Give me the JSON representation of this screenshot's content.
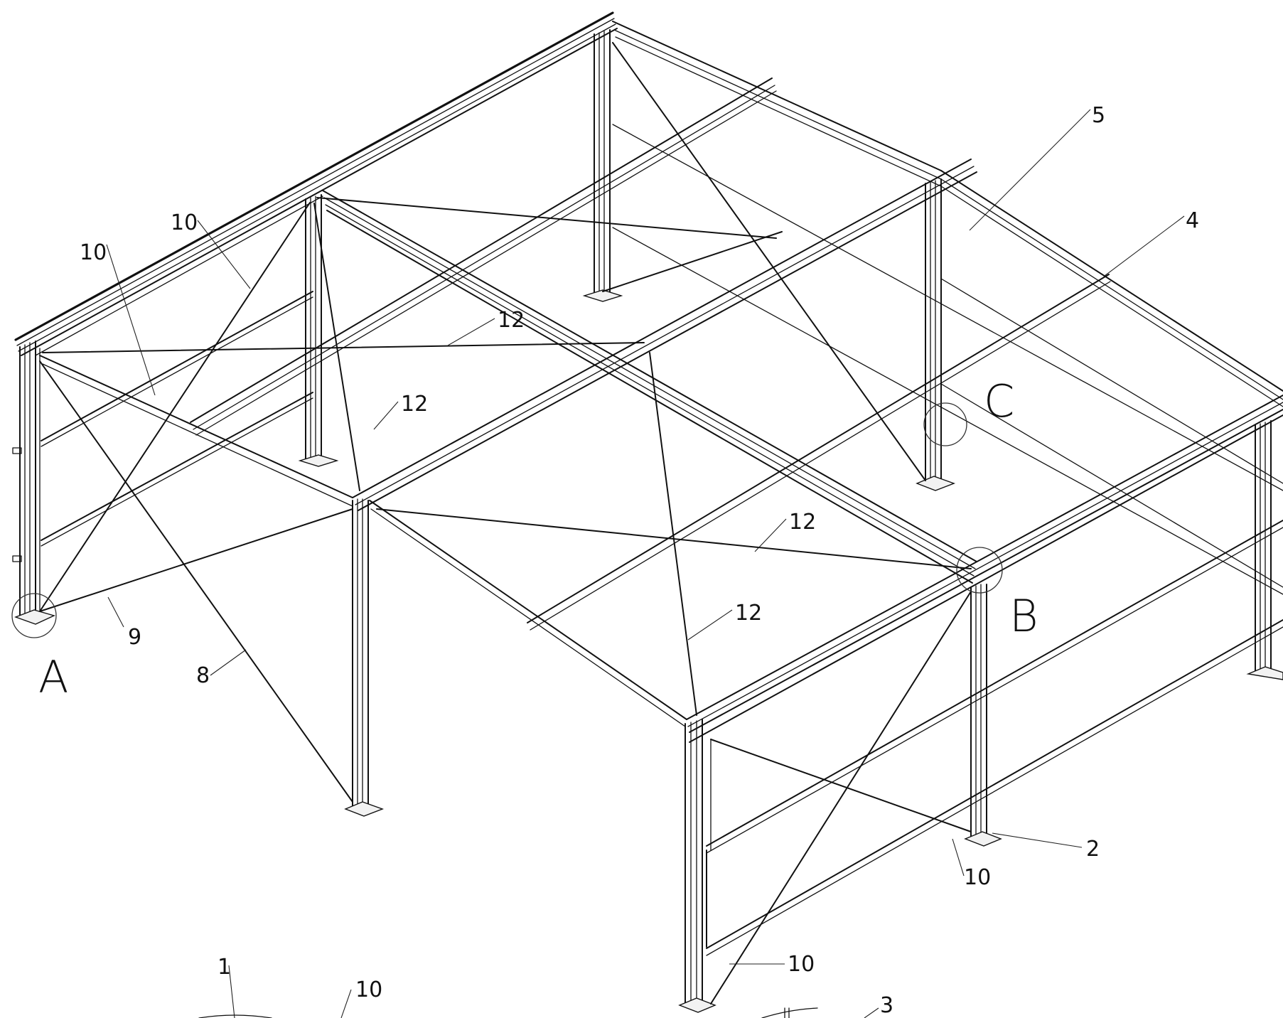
{
  "callouts": [
    {
      "id": "c5",
      "text": "5"
    },
    {
      "id": "c4",
      "text": "4"
    },
    {
      "id": "c10a",
      "text": "10"
    },
    {
      "id": "c10b",
      "text": "10"
    },
    {
      "id": "c12a",
      "text": "12"
    },
    {
      "id": "c12b",
      "text": "12"
    },
    {
      "id": "c12c",
      "text": "12"
    },
    {
      "id": "c12d",
      "text": "12"
    },
    {
      "id": "c9",
      "text": "9"
    },
    {
      "id": "c8",
      "text": "8"
    },
    {
      "id": "c2",
      "text": "2"
    },
    {
      "id": "c10c",
      "text": "10"
    },
    {
      "id": "c10d",
      "text": "10"
    },
    {
      "id": "c1",
      "text": "1"
    },
    {
      "id": "c10e",
      "text": "10"
    },
    {
      "id": "c3",
      "text": "3"
    }
  ],
  "details": [
    {
      "id": "A",
      "text": "A"
    },
    {
      "id": "B",
      "text": "B"
    },
    {
      "id": "C",
      "text": "C"
    }
  ]
}
